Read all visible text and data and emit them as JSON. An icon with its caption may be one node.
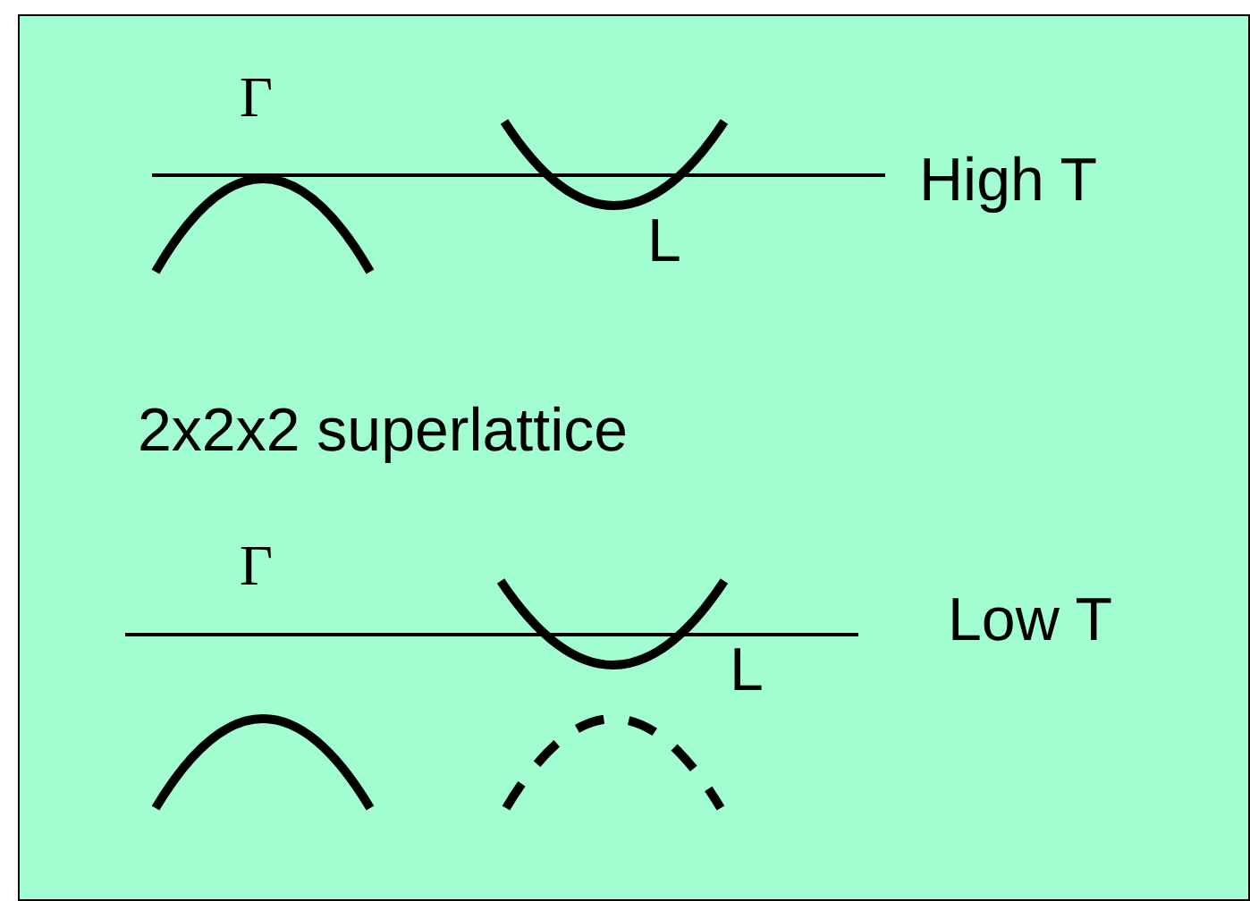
{
  "diagram": {
    "labels": [
      "Γ",
      "L",
      "High T",
      "2x2x2 superlattice",
      "Γ",
      "L",
      "Low T"
    ]
  }
}
